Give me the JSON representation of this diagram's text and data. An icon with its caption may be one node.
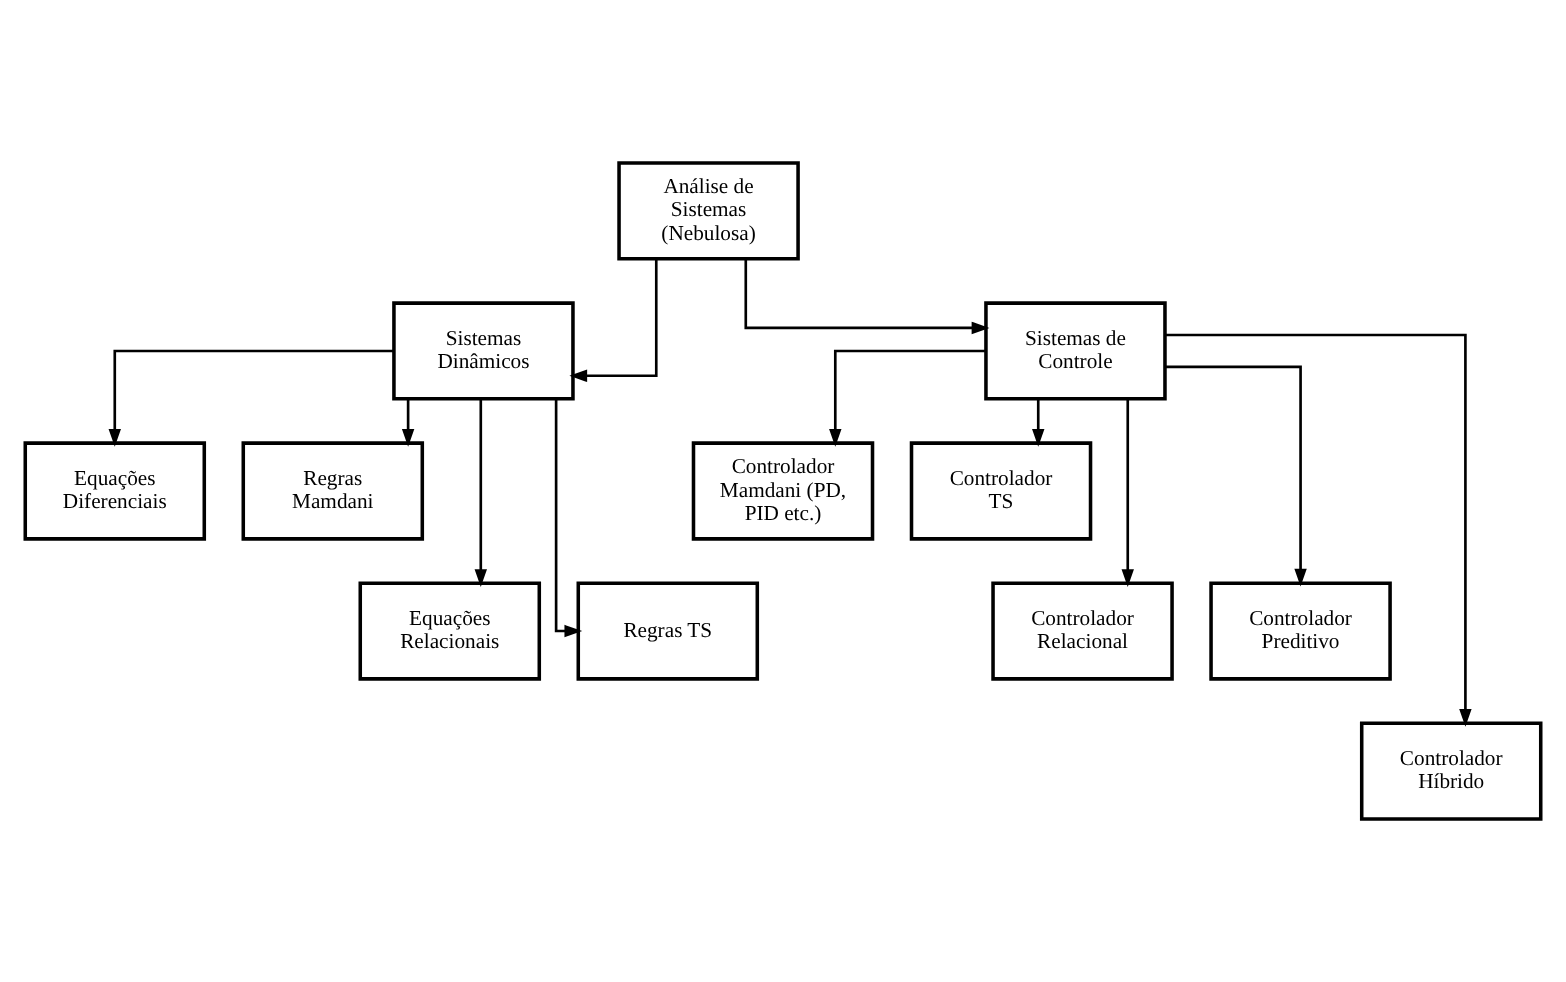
{
  "diagram": {
    "nodes": [
      {
        "text": [
          "Análise de Sistemas (Nebulosa)"
        ]
      },
      {
        "text": [
          "Sistemas Dinâmicos"
        ]
      },
      {
        "text": [
          "Sistemas de Controle"
        ]
      },
      {
        "text": [
          "Equações Diferenciais"
        ]
      },
      {
        "text": [
          "Regras Mamdani"
        ]
      },
      {
        "text": [
          "Equações Relacionais"
        ]
      },
      {
        "text": [
          "Regras TS"
        ]
      },
      {
        "text": [
          "Controlador Mamdani (PD, PID etc.)"
        ]
      },
      {
        "text": [
          "Controlador TS"
        ]
      },
      {
        "text": [
          "Controlador Relacional"
        ]
      },
      {
        "text": [
          "Controlador Preditivo"
        ]
      },
      {
        "text": [
          "Controlador Híbrido"
        ]
      }
    ],
    "edges": [
      {
        "from": 0,
        "to": 1,
        "arrow": "to"
      },
      {
        "from": 0,
        "to": 2,
        "arrow": "to"
      },
      {
        "from": 1,
        "to": 3,
        "arrow": "to"
      },
      {
        "from": 1,
        "to": 4,
        "arrow": "to"
      },
      {
        "from": 1,
        "to": 5,
        "arrow": "to"
      },
      {
        "from": 1,
        "to": 6,
        "arrow": "to"
      },
      {
        "from": 2,
        "to": 7,
        "arrow": "to"
      },
      {
        "from": 2,
        "to": 8,
        "arrow": "to"
      },
      {
        "from": 2,
        "to": 9,
        "arrow": "to"
      },
      {
        "from": 2,
        "to": 10,
        "arrow": "to"
      },
      {
        "from": 2,
        "to": 11,
        "arrow": "to"
      }
    ]
  }
}
